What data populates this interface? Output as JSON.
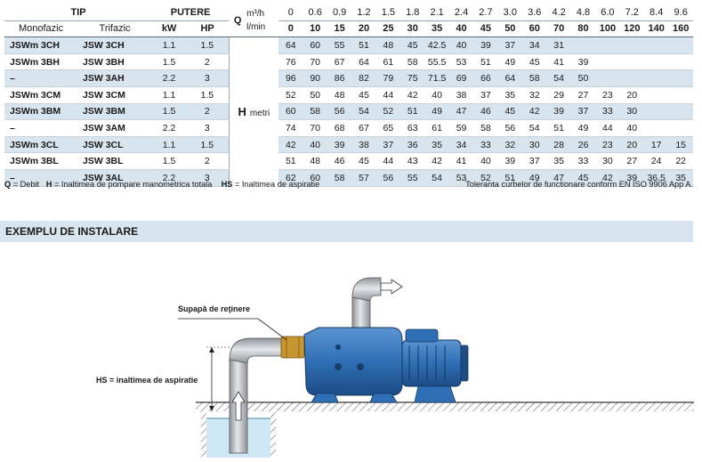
{
  "table": {
    "headers": {
      "tip": "TIP",
      "putere": "PUTERE",
      "q_symbol": "Q",
      "q_unit_top": "m³/h",
      "q_unit_bottom": "l/min",
      "monofazic": "Monofazic",
      "trifazic": "Trifazic",
      "kw": "kW",
      "hp": "HP"
    },
    "flow_m3h": [
      "0",
      "0.6",
      "0.9",
      "1.2",
      "1.5",
      "1.8",
      "2.1",
      "2.4",
      "2.7",
      "3.0",
      "3.6",
      "4.2",
      "4.8",
      "6.0",
      "7.2",
      "8.4",
      "9.6"
    ],
    "flow_lmin": [
      "0",
      "10",
      "15",
      "20",
      "25",
      "30",
      "35",
      "40",
      "45",
      "50",
      "60",
      "70",
      "80",
      "100",
      "120",
      "140",
      "160"
    ],
    "h_label": "H",
    "h_unit": "metri",
    "rows": [
      {
        "mono": "JSWm 3CH",
        "tri": "JSW 3CH",
        "kw": "1.1",
        "hp": "1.5",
        "h": [
          "64",
          "60",
          "55",
          "51",
          "48",
          "45",
          "42.5",
          "40",
          "39",
          "37",
          "34",
          "31",
          "",
          "",
          "",
          "",
          ""
        ]
      },
      {
        "mono": "JSWm 3BH",
        "tri": "JSW 3BH",
        "kw": "1.5",
        "hp": "2",
        "h": [
          "76",
          "70",
          "67",
          "64",
          "61",
          "58",
          "55.5",
          "53",
          "51",
          "49",
          "45",
          "41",
          "39",
          "",
          "",
          "",
          ""
        ]
      },
      {
        "mono": "–",
        "tri": "JSW 3AH",
        "kw": "2.2",
        "hp": "3",
        "h": [
          "96",
          "90",
          "86",
          "82",
          "79",
          "75",
          "71.5",
          "69",
          "66",
          "64",
          "58",
          "54",
          "50",
          "",
          "",
          "",
          ""
        ]
      },
      {
        "mono": "JSWm 3CM",
        "tri": "JSW 3CM",
        "kw": "1.1",
        "hp": "1.5",
        "h": [
          "52",
          "50",
          "48",
          "45",
          "44",
          "42",
          "40",
          "38",
          "37",
          "35",
          "32",
          "29",
          "27",
          "23",
          "20",
          "",
          ""
        ]
      },
      {
        "mono": "JSWm 3BM",
        "tri": "JSW 3BM",
        "kw": "1.5",
        "hp": "2",
        "h": [
          "60",
          "58",
          "56",
          "54",
          "52",
          "51",
          "49",
          "47",
          "46",
          "45",
          "42",
          "39",
          "37",
          "33",
          "30",
          "",
          ""
        ]
      },
      {
        "mono": "–",
        "tri": "JSW 3AM",
        "kw": "2.2",
        "hp": "3",
        "h": [
          "74",
          "70",
          "68",
          "67",
          "65",
          "63",
          "61",
          "59",
          "58",
          "56",
          "54",
          "51",
          "49",
          "44",
          "40",
          "",
          ""
        ]
      },
      {
        "mono": "JSWm 3CL",
        "tri": "JSW 3CL",
        "kw": "1.1",
        "hp": "1.5",
        "h": [
          "42",
          "40",
          "39",
          "38",
          "37",
          "36",
          "35",
          "34",
          "33",
          "32",
          "30",
          "28",
          "26",
          "23",
          "20",
          "17",
          "15"
        ]
      },
      {
        "mono": "JSWm 3BL",
        "tri": "JSW 3BL",
        "kw": "1.5",
        "hp": "2",
        "h": [
          "51",
          "48",
          "46",
          "45",
          "44",
          "43",
          "42",
          "41",
          "40",
          "39",
          "37",
          "35",
          "33",
          "30",
          "27",
          "24",
          "22"
        ]
      },
      {
        "mono": "–",
        "tri": "JSW 3AL",
        "kw": "2.2",
        "hp": "3",
        "h": [
          "62",
          "60",
          "58",
          "57",
          "56",
          "55",
          "54",
          "53",
          "52",
          "51",
          "49",
          "47",
          "45",
          "42",
          "39",
          "36.5",
          "35"
        ]
      }
    ]
  },
  "notes": {
    "q_abbr": "Q",
    "q_def": " = Debit",
    "h_abbr": "H",
    "h_def": " = Inaltimea de pompare manometrica totala",
    "hs_abbr": "HS",
    "hs_def": " = Inaltimea de aspiratie",
    "tolerance": "Toleranta curbelor de functionare conform EN ISO 9906 App A."
  },
  "section_title": "EXEMPLU DE INSTALARE",
  "diagram": {
    "valve_label": "Supapă de reţinere",
    "hs_label": "HS = inaltimea de aspiratie"
  },
  "colors": {
    "pump_blue": "#2f6fb5",
    "pipe_gray": "#b8bcc0",
    "shade": "#d9e5ee",
    "water": "#cfe8f5",
    "brass": "#c8962e"
  }
}
